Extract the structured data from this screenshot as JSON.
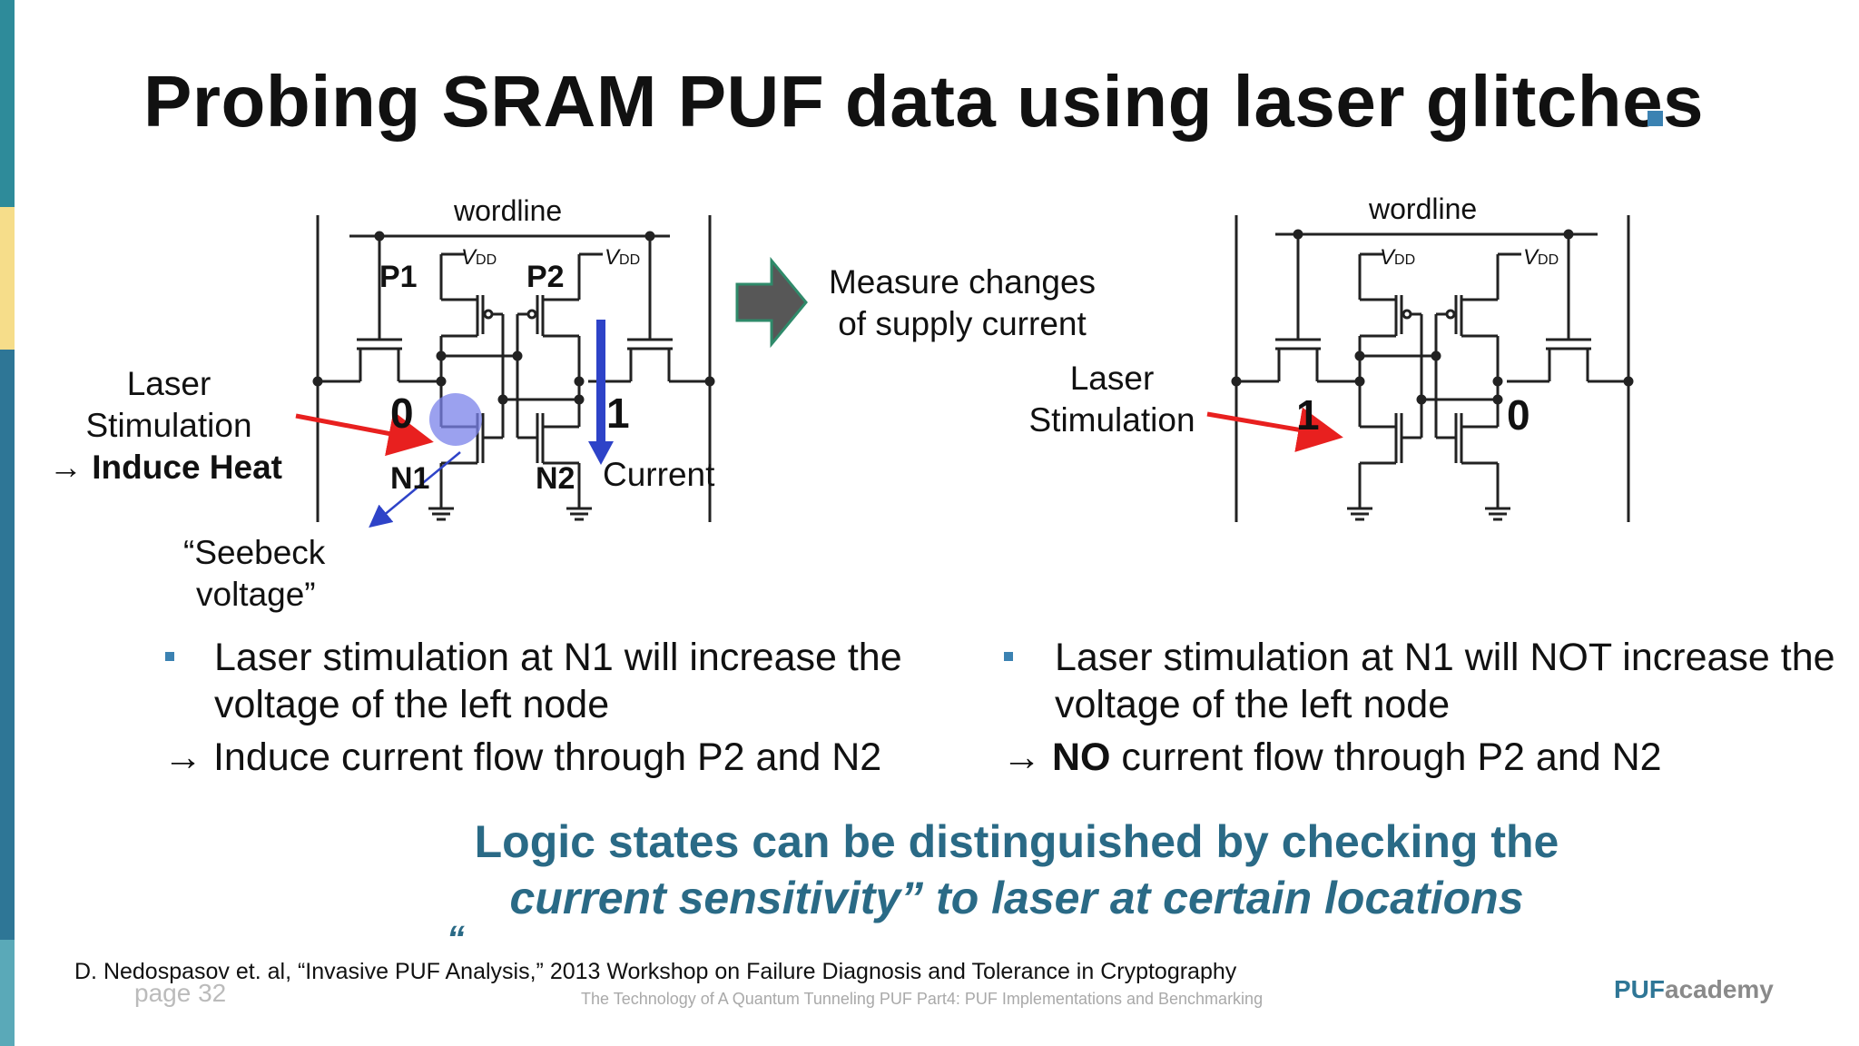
{
  "slide": {
    "title": "Probing SRAM PUF data using laser glitches",
    "page_label": "page 32",
    "reference": "D. Nedospasov et. al, “Invasive PUF Analysis,” 2013 Workshop on Failure Diagnosis and Tolerance in Cryptography",
    "footer_subtitle": "The Technology of A Quantum Tunneling PUF Part4: PUF Implementations and Benchmarking",
    "logo_prefix": "PUF",
    "logo_suffix": "academy"
  },
  "left_circuit": {
    "wordline": "wordline",
    "p1": "P1",
    "p2": "P2",
    "n1": "N1",
    "n2": "N2",
    "vdd": "V",
    "vdd_sub": "DD",
    "left_state": "0",
    "right_state": "1",
    "current_label": "Current",
    "laser_line1": "Laser",
    "laser_line2": "Stimulation",
    "laser_line3_arrow": "→",
    "laser_line3_bold": "Induce Heat",
    "seebeck_line1": "“Seebeck",
    "seebeck_line2": "voltage”"
  },
  "middle": {
    "measure_line1": "Measure changes",
    "measure_line2": "of supply current"
  },
  "right_circuit": {
    "wordline": "wordline",
    "vdd": "V",
    "vdd_sub": "DD",
    "left_state": "1",
    "right_state": "0",
    "laser_line1": "Laser",
    "laser_line2": "Stimulation"
  },
  "bullets_left": {
    "bullet_line1": "Laser stimulation at N1 will increase the",
    "bullet_line2": "voltage of the left node",
    "arrow": "→",
    "result": "Induce current flow through P2 and N2"
  },
  "bullets_right": {
    "bullet_line1": "Laser stimulation at N1 will NOT increase the",
    "bullet_line2": "voltage of the left node",
    "arrow": "→",
    "result_bold": "NO",
    "result_rest": " current flow through P2 and N2"
  },
  "conclusion": {
    "line1": "Logic states can be distinguished by checking the",
    "line2": "current sensitivity” to laser at certain locations",
    "open_quote": "“"
  },
  "colors": {
    "accent_blue": "#3b82b2",
    "conclusion_teal": "#2a6a86",
    "laser_red": "#e8201f",
    "current_blue": "#2e43c8",
    "arrow_gray": "#575757"
  }
}
